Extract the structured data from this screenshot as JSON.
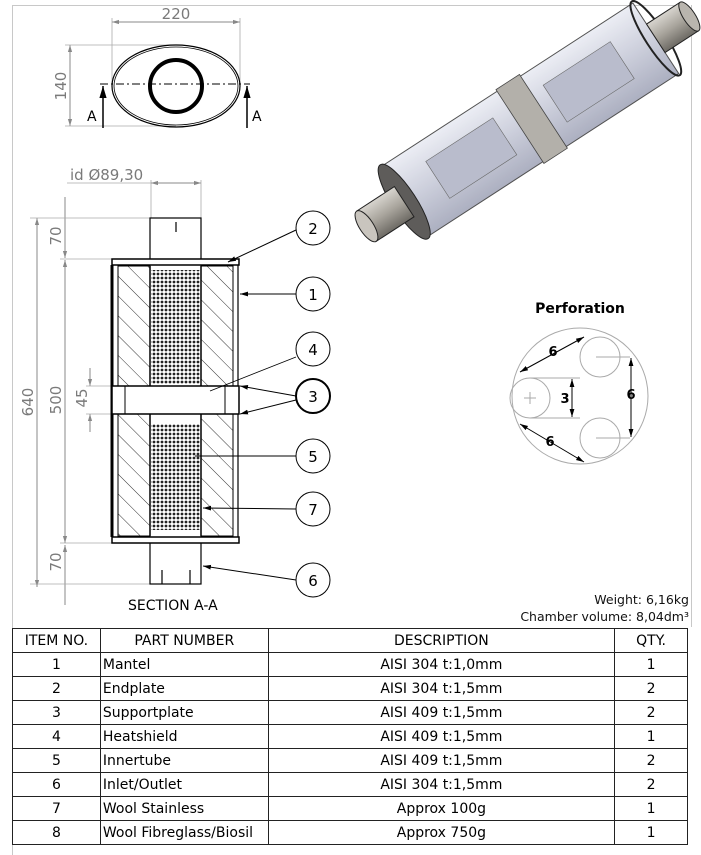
{
  "top_view": {
    "width_dim": "220",
    "height_dim": "140",
    "section_marker": "A"
  },
  "section_view": {
    "id_dim": "id Ø89,30",
    "dims": {
      "top_pipe": "70",
      "body": "500",
      "total": "640",
      "support": "45",
      "bottom_pipe": "70"
    },
    "label": "SECTION A-A",
    "balloons": [
      "2",
      "1",
      "4",
      "3",
      "5",
      "7",
      "6"
    ]
  },
  "perforation": {
    "title": "Perforation",
    "pitch_upper": "6",
    "pitch_lower": "6",
    "hole_diameter": "3",
    "vertical_pitch": "6"
  },
  "info": {
    "weight": "Weight: 6,16kg",
    "chamber_volume": "Chamber volume: 8,04dm³"
  },
  "bom": {
    "headers": [
      "ITEM NO.",
      "PART NUMBER",
      "DESCRIPTION",
      "QTY."
    ],
    "rows": [
      {
        "item": "1",
        "part": "Mantel",
        "desc": "AISI 304 t:1,0mm",
        "qty": "1"
      },
      {
        "item": "2",
        "part": "Endplate",
        "desc": "AISI 304 t:1,5mm",
        "qty": "2"
      },
      {
        "item": "3",
        "part": "Supportplate",
        "desc": "AISI 409 t:1,5mm",
        "qty": "2"
      },
      {
        "item": "4",
        "part": "Heatshield",
        "desc": "AISI 409 t:1,5mm",
        "qty": "1"
      },
      {
        "item": "5",
        "part": "Innertube",
        "desc": "AISI 409 t:1,5mm",
        "qty": "2"
      },
      {
        "item": "6",
        "part": "Inlet/Outlet",
        "desc": "AISI 304 t:1,5mm",
        "qty": "2"
      },
      {
        "item": "7",
        "part": "Wool Stainless",
        "desc": "Approx 100g",
        "qty": "1"
      },
      {
        "item": "8",
        "part": "Wool Fibreglass/Biosil",
        "desc": "Approx 750g",
        "qty": "1"
      }
    ]
  }
}
